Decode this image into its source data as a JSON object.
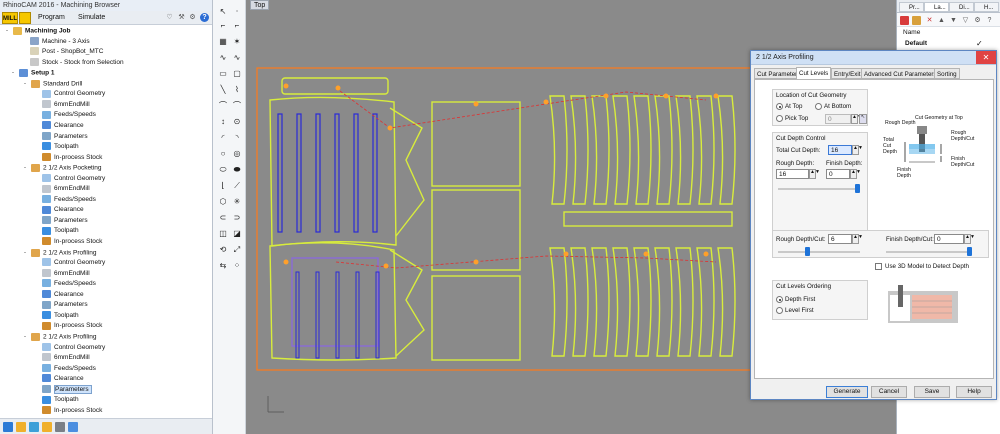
{
  "left_panel": {
    "title": "RhinoCAM 2016 - Machining Browser",
    "mode": "MILL",
    "tabs": [
      "Program",
      "Simulate"
    ],
    "help": "?"
  },
  "tree": [
    {
      "label": "Machining Job",
      "icon": "folder-icon",
      "bold": true,
      "exp": "-"
    },
    {
      "label": "Machine - 3 Axis",
      "icon": "machine-icon"
    },
    {
      "label": "Post - ShopBot_MTC",
      "icon": "post-icon"
    },
    {
      "label": "Stock - Stock from Selection",
      "icon": "stock-icon"
    },
    {
      "label": "Setup 1",
      "icon": "setup-icon",
      "bold": true,
      "exp": "-"
    },
    {
      "label": "Standard Drill",
      "icon": "operation-icon",
      "exp": "-"
    },
    {
      "label": "Control Geometry",
      "icon": "control-geometry-icon"
    },
    {
      "label": "6mmEndMill",
      "icon": "tool-icon"
    },
    {
      "label": "Feeds/Speeds",
      "icon": "feeds-icon"
    },
    {
      "label": "Clearance",
      "icon": "clearance-icon"
    },
    {
      "label": "Parameters",
      "icon": "parameters-icon"
    },
    {
      "label": "Toolpath",
      "icon": "toolpath-icon"
    },
    {
      "label": "In-process Stock",
      "icon": "in-process-stock-icon"
    },
    {
      "label": "2 1/2 Axis Pocketing",
      "icon": "operation-icon",
      "exp": "-"
    },
    {
      "label": "Control Geometry",
      "icon": "control-geometry-icon"
    },
    {
      "label": "6mmEndMill",
      "icon": "tool-icon"
    },
    {
      "label": "Feeds/Speeds",
      "icon": "feeds-icon"
    },
    {
      "label": "Clearance",
      "icon": "clearance-icon"
    },
    {
      "label": "Parameters",
      "icon": "parameters-icon"
    },
    {
      "label": "Toolpath",
      "icon": "toolpath-icon"
    },
    {
      "label": "In-process Stock",
      "icon": "in-process-stock-icon"
    },
    {
      "label": "2 1/2 Axis Profiling",
      "icon": "operation-icon",
      "exp": "-"
    },
    {
      "label": "Control Geometry",
      "icon": "control-geometry-icon"
    },
    {
      "label": "6mmEndMill",
      "icon": "tool-icon"
    },
    {
      "label": "Feeds/Speeds",
      "icon": "feeds-icon"
    },
    {
      "label": "Clearance",
      "icon": "clearance-icon"
    },
    {
      "label": "Parameters",
      "icon": "parameters-icon"
    },
    {
      "label": "Toolpath",
      "icon": "toolpath-icon"
    },
    {
      "label": "In-process Stock",
      "icon": "in-process-stock-icon"
    },
    {
      "label": "2 1/2 Axis Profiling",
      "icon": "operation-icon",
      "exp": "-"
    },
    {
      "label": "Control Geometry",
      "icon": "control-geometry-icon"
    },
    {
      "label": "6mmEndMill",
      "icon": "tool-icon"
    },
    {
      "label": "Feeds/Speeds",
      "icon": "feeds-icon"
    },
    {
      "label": "Clearance",
      "icon": "clearance-icon"
    },
    {
      "label": "Parameters",
      "icon": "parameters-icon",
      "selected": true
    },
    {
      "label": "Toolpath",
      "icon": "toolpath-icon"
    },
    {
      "label": "In-process Stock",
      "icon": "in-process-stock-icon"
    }
  ],
  "viewport": {
    "view_label": "Top"
  },
  "right_panel": {
    "tabs": [
      "Pr...",
      "La...",
      "Di...",
      "H..."
    ],
    "column_header": "Name",
    "layer_name": "Default",
    "check": "✓"
  },
  "dialog": {
    "title": "2 1/2 Axis Profiling",
    "close": "✕",
    "tabs": [
      "Cut Parameters",
      "Cut Levels",
      "Entry/Exit",
      "Advanced Cut Parameters",
      "Sorting"
    ],
    "active_tab": "Cut Levels",
    "location": {
      "title": "Location of Cut Geometry",
      "at_top": "At Top",
      "at_bottom": "At Bottom",
      "pick_top": "Pick Top",
      "pick_value": "0"
    },
    "depth": {
      "title": "Cut Depth Control",
      "total_label": "Total Cut Depth:",
      "total_value": "16",
      "rough_label": "Rough Depth:",
      "rough_value": "16",
      "finish_label": "Finish Depth:",
      "finish_value": "0",
      "rough_slider_level": 1.0,
      "rough_per_cut_label": "Rough Depth/Cut:",
      "rough_per_cut_value": "6",
      "rough_per_cut_level": 0.35,
      "finish_per_cut_label": "Finish Depth/Cut:",
      "finish_per_cut_value": "0",
      "finish_per_cut_level": 1.0,
      "use_3d_label": "Use 3D Model to Detect Depth"
    },
    "diagram": {
      "rough_depth": "Rough Depth",
      "cut_geometry_top": "Cut Geometry at Top",
      "total_cut_depth": "Total Cut Depth",
      "rough_depth_cut": "Rough Depth/Cut",
      "finish_depth_cut": "Finish Depth/Cut",
      "finish_depth": "Finish Depth"
    },
    "ordering": {
      "title": "Cut Levels Ordering",
      "depth_first": "Depth First",
      "level_first": "Level First"
    },
    "buttons": {
      "generate": "Generate",
      "cancel": "Cancel",
      "save": "Save",
      "help": "Help"
    }
  }
}
